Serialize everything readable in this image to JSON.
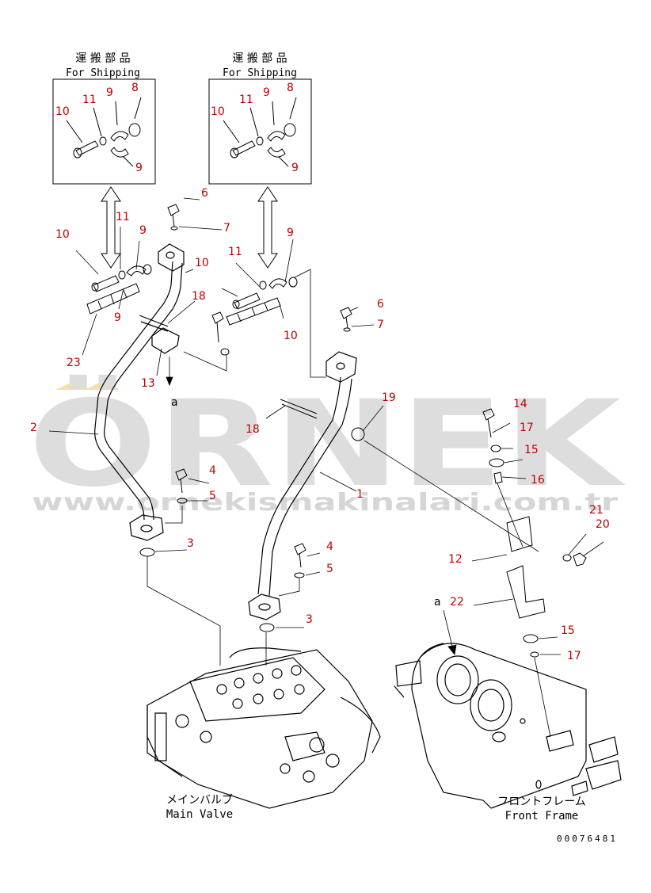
{
  "colors": {
    "callout": "#c00000",
    "line": "#000000",
    "watermark": "#d8d8d8",
    "watermark_accent": "#f7d9a0"
  },
  "shipping_boxes": [
    {
      "title_jp": "運 搬 部 品",
      "title_en": "For Shipping",
      "parts": [
        "10",
        "11",
        "9",
        "8",
        "9"
      ]
    },
    {
      "title_jp": "運 搬 部 品",
      "title_en": "For Shipping",
      "parts": [
        "10",
        "11",
        "9",
        "8",
        "9"
      ]
    }
  ],
  "callouts": [
    "6",
    "7",
    "11",
    "9",
    "10",
    "18",
    "10",
    "11",
    "9",
    "10",
    "9",
    "23",
    "13",
    "2",
    "6",
    "7",
    "9",
    "19",
    "14",
    "17",
    "15",
    "16",
    "18",
    "1",
    "4",
    "5",
    "21",
    "20",
    "12",
    "3",
    "4",
    "5",
    "22",
    "3",
    "15",
    "17"
  ],
  "view_ref": [
    "a",
    "a"
  ],
  "main_valve": {
    "jp": "メインバルブ",
    "en": "Main Valve"
  },
  "front_frame": {
    "jp": "フロントフレーム",
    "en": "Front Frame"
  },
  "drawing_number": "00076481",
  "watermark": {
    "brand": "ÖRNEK",
    "url": "www.ornekismakinalari.com.tr"
  }
}
